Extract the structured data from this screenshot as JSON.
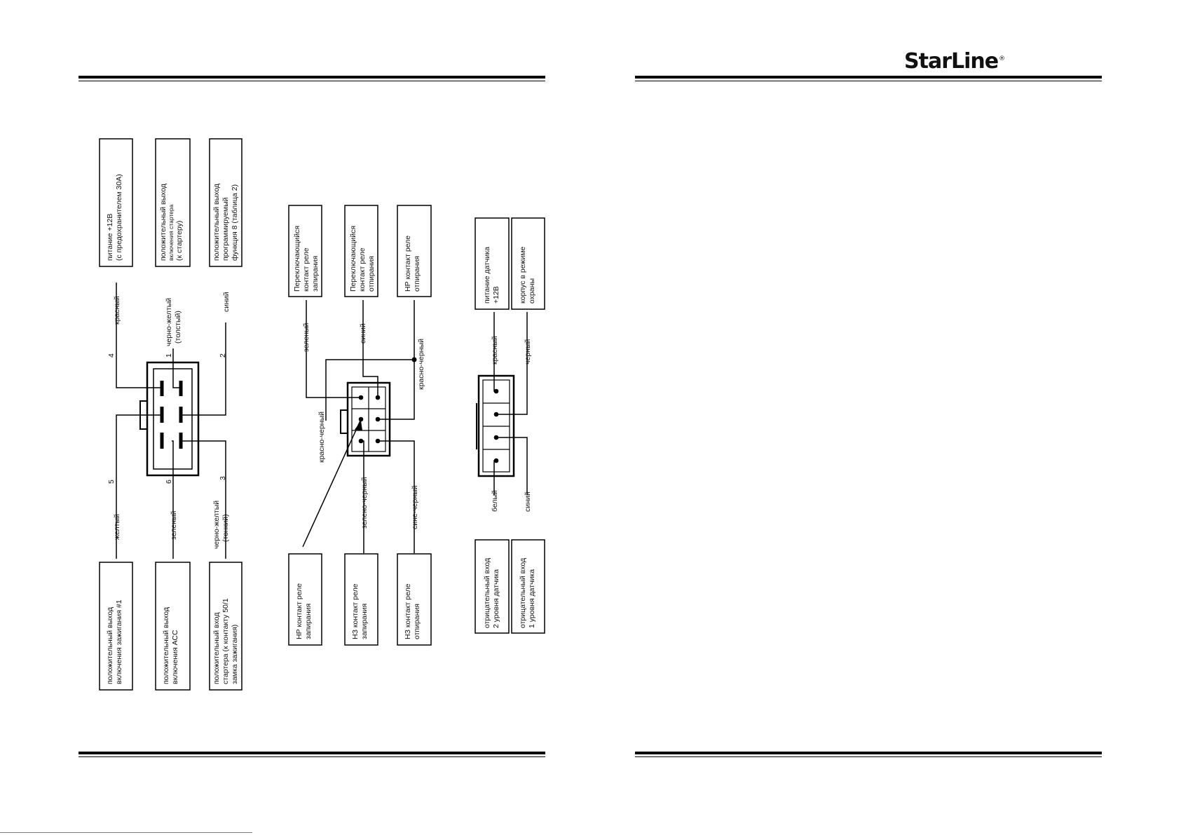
{
  "brand": {
    "logo_text": "StarLine",
    "logo_mark": "®"
  },
  "connector1": {
    "boxes_top": [
      [
        "питание +12В",
        "(с предохранителем 30А)"
      ],
      [
        "положительный выход",
        "включения стартера",
        "(к стартеру)"
      ],
      [
        "положительный выход",
        "программируемый",
        "функция 8 (таблица 2)"
      ]
    ],
    "wires_top": [
      {
        "num": "4",
        "color": "красный"
      },
      {
        "num": "1",
        "color": "черно-желтый",
        "note": "(толстый)"
      },
      {
        "num": "2",
        "color": "синий"
      }
    ],
    "wires_bottom": [
      {
        "num": "5",
        "color": "желтый"
      },
      {
        "num": "6",
        "color": "зеленый"
      },
      {
        "num": "3",
        "color": "черно-желтый",
        "note": "(тонкий)"
      }
    ],
    "boxes_bottom": [
      [
        "положительный выход",
        "включения зажигания #1"
      ],
      [
        "положительный выход",
        "включения АСС"
      ],
      [
        "положительный вход",
        "стартера (к контакту 50/1",
        "замка зажигания)"
      ]
    ]
  },
  "connector2": {
    "boxes_top": [
      [
        "Переключающийся",
        "контакт реле",
        "запирания"
      ],
      [
        "Переключающийся",
        "контакт реле",
        "отпирания"
      ],
      [
        "НР контакт реле",
        "отпирания"
      ]
    ],
    "wires_top": [
      "зеленый",
      "синий",
      "красно-черный"
    ],
    "wire_left": "красно-черный",
    "wires_bottom": [
      "зелено-черный",
      "сине-черный"
    ],
    "boxes_bottom": [
      [
        "НР контакт реле",
        "запирания"
      ],
      [
        "НЗ контакт реле",
        "запирания"
      ],
      [
        "НЗ контакт реле",
        "отпирания"
      ]
    ]
  },
  "connector3": {
    "boxes_top": [
      [
        "питание датчика",
        "+12В"
      ],
      [
        "корпус в режиме",
        "охраны"
      ]
    ],
    "wires_top": [
      "красный",
      "черный"
    ],
    "wires_bottom": [
      "белый",
      "синий"
    ],
    "boxes_bottom": [
      [
        "отрицательный вход",
        "2 уровня датчика"
      ],
      [
        "отрицательный вход",
        "1 уровня датчика"
      ]
    ]
  }
}
